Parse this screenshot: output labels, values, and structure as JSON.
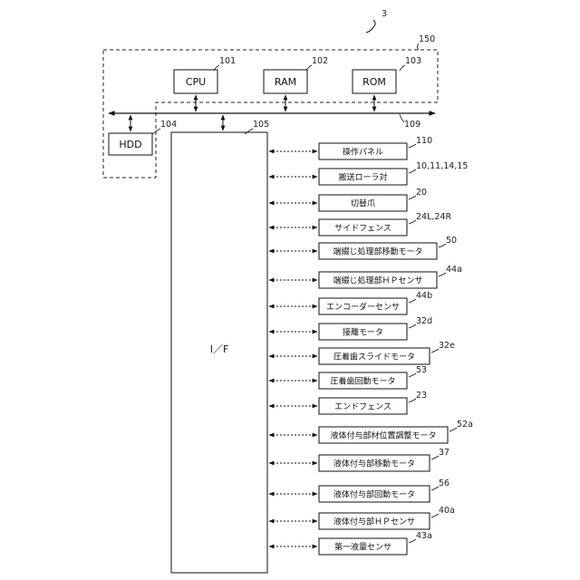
{
  "figure_number": "3",
  "dashed_group_ref": "150",
  "bus_ref": "109",
  "cpu": {
    "label": "CPU",
    "ref": "101"
  },
  "ram": {
    "label": "RAM",
    "ref": "102"
  },
  "rom": {
    "label": "ROM",
    "ref": "103"
  },
  "hdd": {
    "label": "HDD",
    "ref": "104"
  },
  "interface": {
    "label": "I／F",
    "ref": "105"
  },
  "devices": [
    {
      "label": "操作パネル",
      "ref": "110"
    },
    {
      "label": "搬送ローラ対",
      "ref": "10,11,14,15"
    },
    {
      "label": "切替爪",
      "ref": "20"
    },
    {
      "label": "サイドフェンス",
      "ref": "24L,24R"
    },
    {
      "label": "端綴じ処理部移動モータ",
      "ref": "50"
    },
    {
      "label": "端綴じ処理部ＨＰセンサ",
      "ref": "44a"
    },
    {
      "label": "エンコーダーセンサ",
      "ref": "44b"
    },
    {
      "label": "接離モータ",
      "ref": "32d"
    },
    {
      "label": "圧着歯スライドモータ",
      "ref": "32e"
    },
    {
      "label": "圧着歯回動モータ",
      "ref": "53"
    },
    {
      "label": "エンドフェンス",
      "ref": "23"
    },
    {
      "label": "液体付与部材位置調整モータ",
      "ref": "52a"
    },
    {
      "label": "液体付与部移動モータ",
      "ref": "37"
    },
    {
      "label": "液体付与部回動モータ",
      "ref": "56"
    },
    {
      "label": "液体付与部ＨＰセンサ",
      "ref": "40a"
    },
    {
      "label": "第一液量センサ",
      "ref": "43a"
    }
  ]
}
